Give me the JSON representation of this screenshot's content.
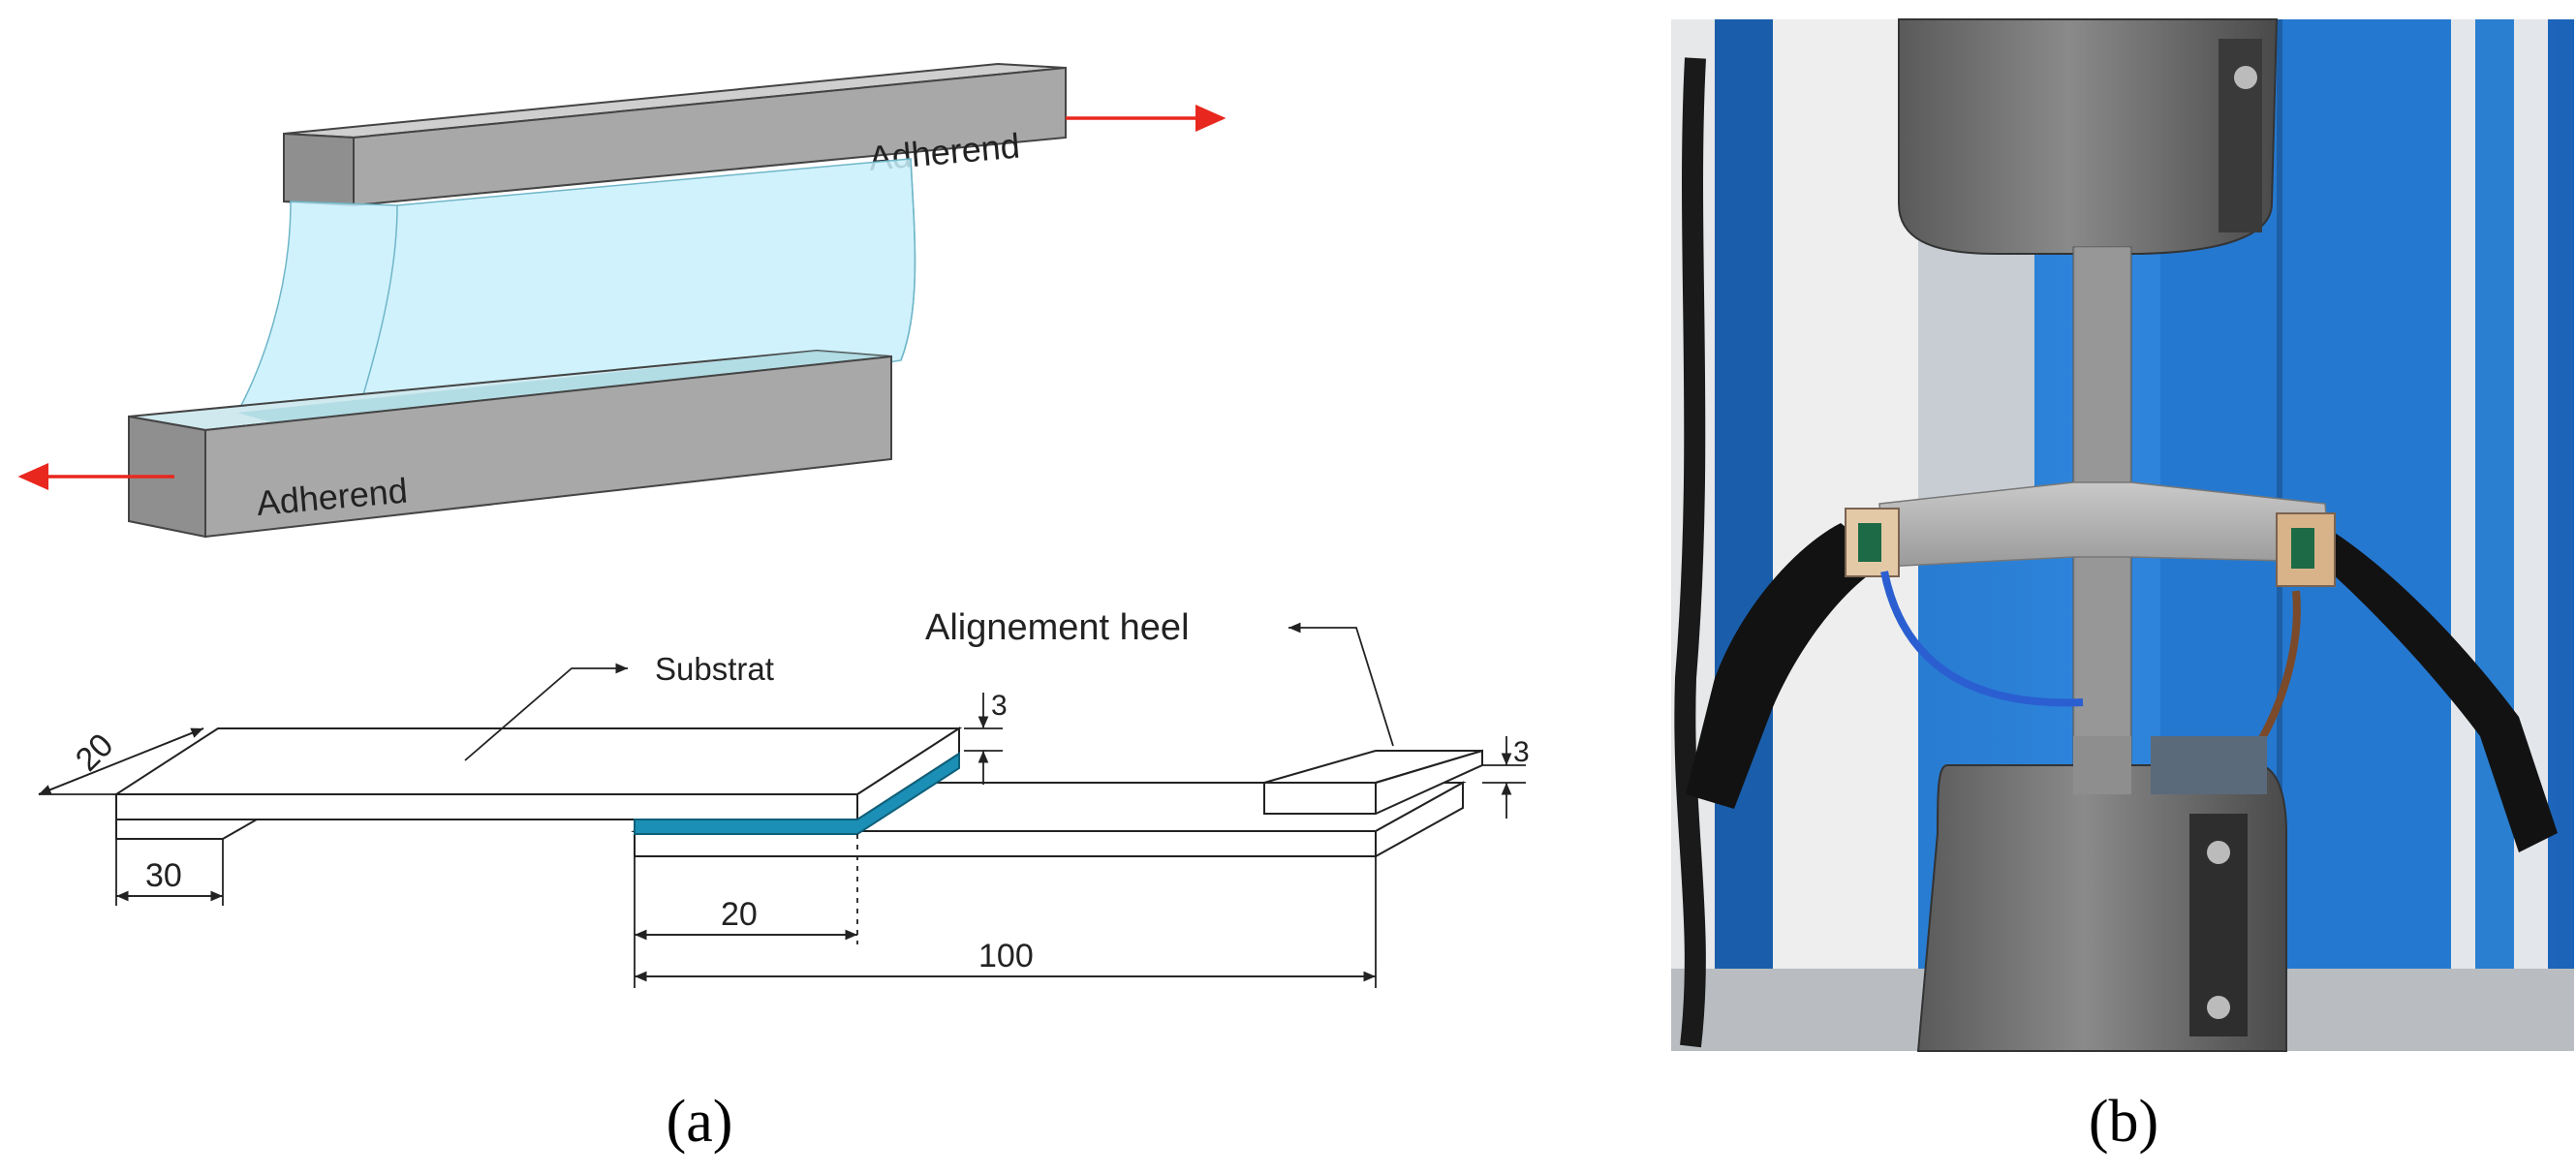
{
  "panel_a": {
    "caption": "(a)",
    "top_view": {
      "upper_adherend_label": "Adherend",
      "lower_adherend_label": "Adherend"
    },
    "specimen": {
      "substrat_label": "Substrat",
      "heel_label": "Alignement heel",
      "dim_width": "20",
      "dim_overlap": "20",
      "dim_clamp": "30",
      "dim_length": "100",
      "dim_thickness_left": "3",
      "dim_thickness_right": "3"
    }
  },
  "panel_b": {
    "caption": "(b)"
  },
  "colors": {
    "adherend_gray": "#a6a6a6",
    "adhesive_cyan": "#c8f0fb",
    "adhesive_layer_teal": "#1b8fb5",
    "arrow_red": "#e8281e",
    "machine_blue": "#2a7fd0"
  }
}
